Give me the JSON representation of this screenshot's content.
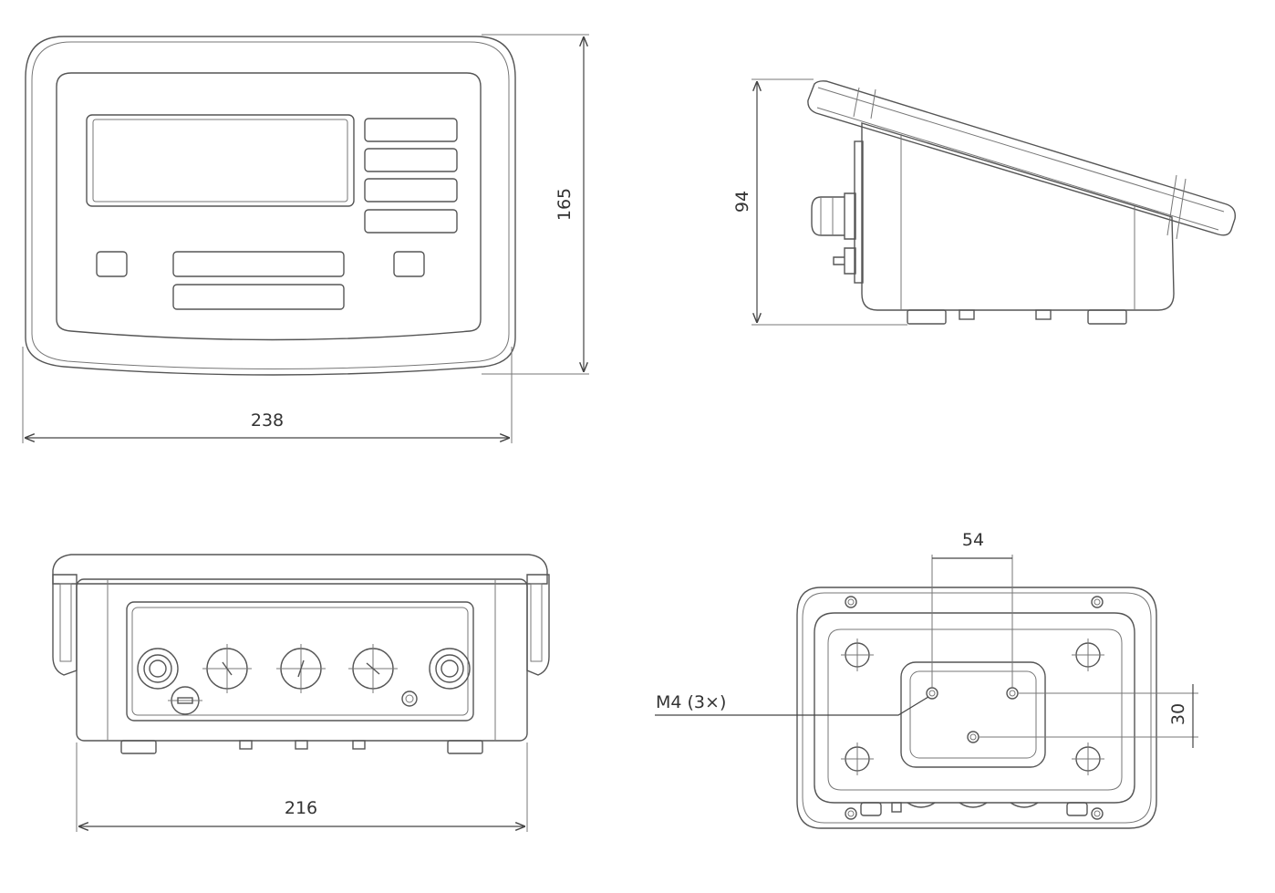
{
  "front_view": {
    "width_label": "238",
    "height_label": "165"
  },
  "side_view": {
    "height_label": "94"
  },
  "bottom_view": {
    "width_label": "216"
  },
  "rear_view": {
    "hole_spacing_label": "54",
    "vertical_spacing_label": "30",
    "thread_callout": "M4 (3×)"
  },
  "colors": {
    "line": "#555555",
    "dimension": "#444444",
    "background": "#ffffff"
  }
}
